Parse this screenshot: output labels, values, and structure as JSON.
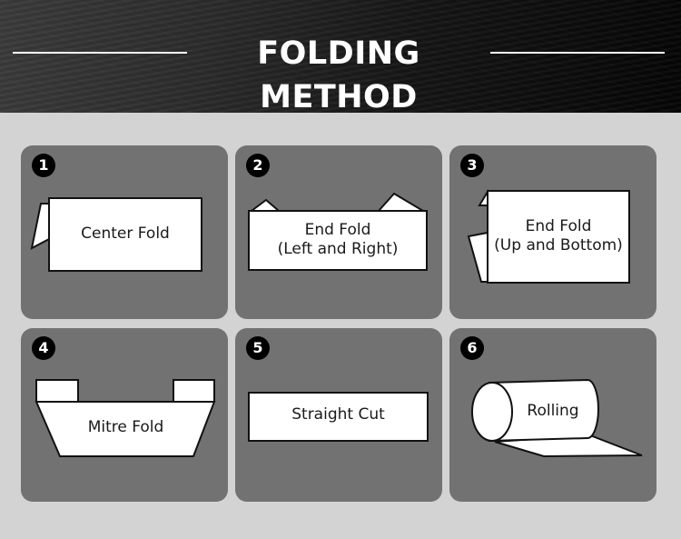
{
  "header": {
    "title": "FOLDING METHOD"
  },
  "methods": [
    {
      "number": "1",
      "label": "Center Fold"
    },
    {
      "number": "2",
      "label": "End Fold",
      "sublabel": "(Left and Right)"
    },
    {
      "number": "3",
      "label": "End Fold",
      "sublabel": "(Up and Bottom)"
    },
    {
      "number": "4",
      "label": "Mitre Fold"
    },
    {
      "number": "5",
      "label": "Straight Cut"
    },
    {
      "number": "6",
      "label": "Rolling"
    }
  ],
  "colors": {
    "background": "#d3d3d3",
    "card": "#727272",
    "badge": "#000000",
    "label_fill": "#ffffff",
    "outline": "#111111"
  }
}
